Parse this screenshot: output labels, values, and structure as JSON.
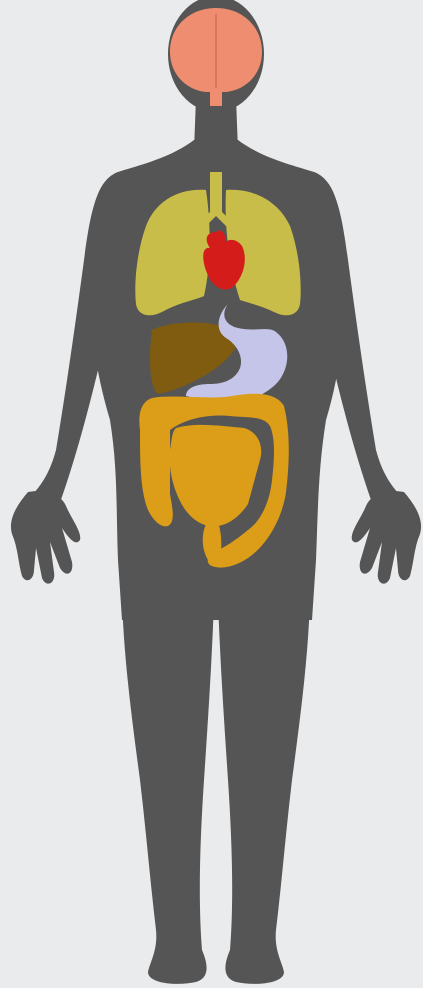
{
  "diagram": {
    "type": "human-anatomy-illustration",
    "colors": {
      "background": "#E9EBED",
      "body_silhouette": "#555555",
      "brain": "#EE8D70",
      "lungs": "#C9BD4A",
      "trachea": "#C9BD4A",
      "heart": "#D41C1A",
      "liver": "#7F5C0F",
      "stomach": "#C5C5EA",
      "intestines": "#DC9D18"
    },
    "organs": [
      {
        "id": "brain",
        "icon": "brain-icon",
        "color_key": "brain"
      },
      {
        "id": "lungs",
        "icon": "lungs-icon",
        "color_key": "lungs"
      },
      {
        "id": "heart",
        "icon": "heart-icon",
        "color_key": "heart"
      },
      {
        "id": "liver",
        "icon": "liver-icon",
        "color_key": "liver"
      },
      {
        "id": "stomach",
        "icon": "stomach-icon",
        "color_key": "stomach"
      },
      {
        "id": "intestines",
        "icon": "intestines-icon",
        "color_key": "intestines"
      }
    ]
  }
}
